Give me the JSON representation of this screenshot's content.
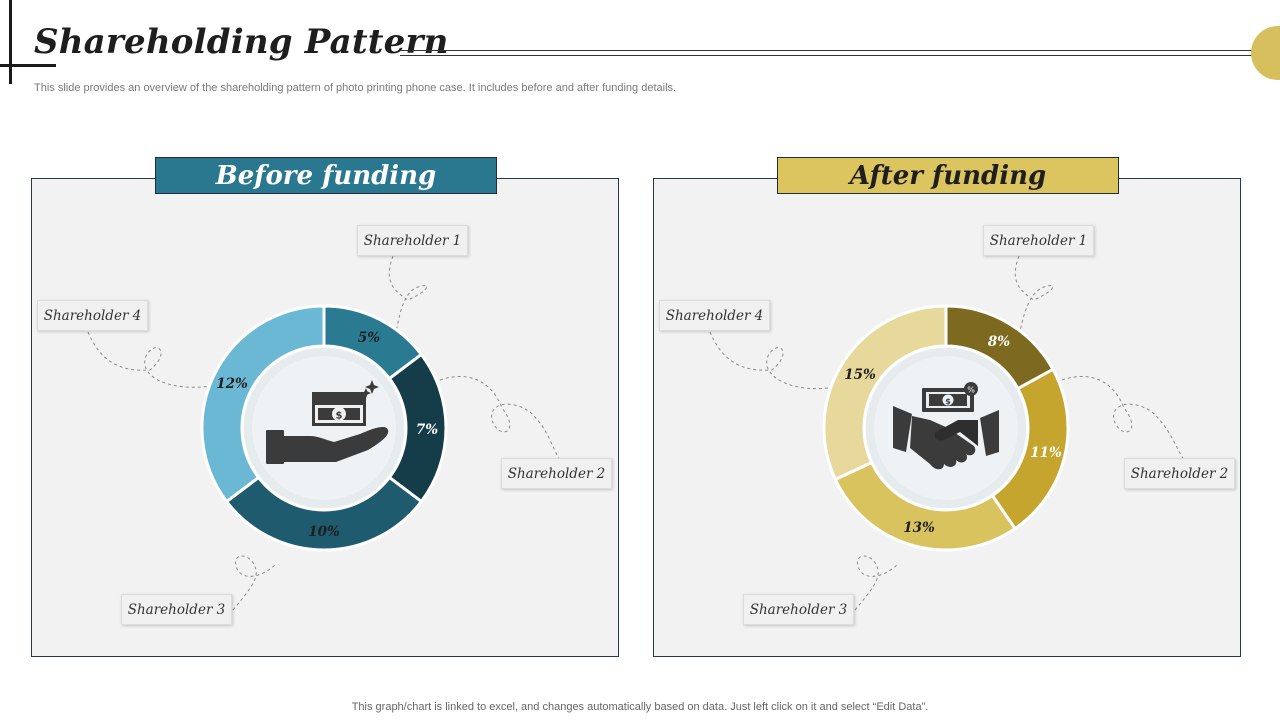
{
  "page": {
    "title": "Shareholding Pattern",
    "subtitle": "This slide provides an overview of the shareholding pattern of photo printing phone case. It includes before and after funding details.",
    "footer": "This graph/chart is linked to excel,  and changes automatically based on data. Just left click on it and select “Edit Data”.",
    "accent_color": "#d6bf5c"
  },
  "chart_data": [
    {
      "type": "pie",
      "title": "Before funding",
      "header_color": "#29788f",
      "icon": "money-hand-icon",
      "categories": [
        "Shareholder 1",
        "Shareholder 2",
        "Shareholder 3",
        "Shareholder 4"
      ],
      "values": [
        5,
        7,
        10,
        12
      ],
      "value_labels": [
        "5%",
        "7%",
        "10%",
        "12%"
      ],
      "colors": [
        "#2a7a92",
        "#143c49",
        "#1e5b6e",
        "#6ab8d3"
      ],
      "label_colors": [
        "#1e1e1e",
        "#ffffff",
        "#1e1e1e",
        "#1e1e1e"
      ]
    },
    {
      "type": "pie",
      "title": "After funding",
      "header_color": "#dcc45e",
      "icon": "handshake-icon",
      "categories": [
        "Shareholder 1",
        "Shareholder 2",
        "Shareholder 3",
        "Shareholder 4"
      ],
      "values": [
        8,
        11,
        13,
        15
      ],
      "value_labels": [
        "8%",
        "11%",
        "13%",
        "15%"
      ],
      "colors": [
        "#7d6a20",
        "#c5a52e",
        "#d8c35f",
        "#e7d89c"
      ],
      "label_colors": [
        "#ffffff",
        "#ffffff",
        "#1e1e1e",
        "#1e1e1e"
      ]
    }
  ]
}
